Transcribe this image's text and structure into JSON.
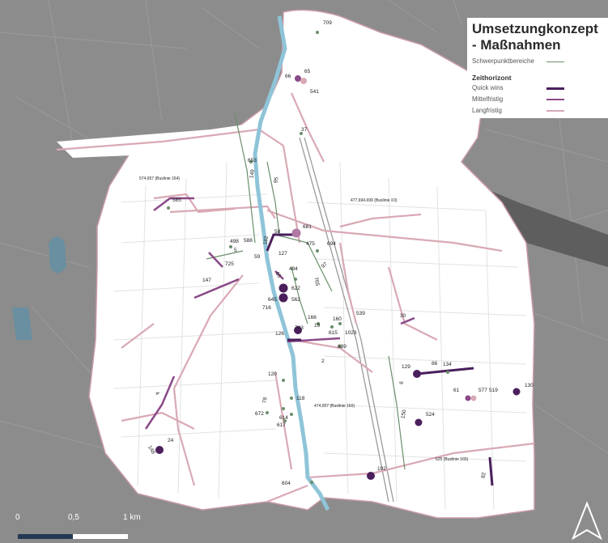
{
  "legend": {
    "title_line1": "Umsetzungkonzept",
    "title_line2": "- Maßnahmen",
    "focus_areas": "Schwerpunktbereiche",
    "time_horizon": "Zeithorizont",
    "quick_wins": "Quick wins",
    "medium_term": "Mittelfristig",
    "long_term": "Langfristig",
    "colors": {
      "quick_wins": "#4a1f5c",
      "medium_term": "#8a4a88",
      "long_term": "#d9a9b4",
      "focus": "#6a8f6a",
      "water": "#8fc4d8"
    }
  },
  "scale": {
    "labels": [
      "0",
      "0,5",
      "1 km"
    ]
  },
  "north_arrow": "north-arrow",
  "labels": {
    "n709": "709",
    "n65": "65",
    "n66": "66",
    "n541": "541",
    "n37": "37",
    "n653": "653",
    "n149": "149",
    "n95": "95",
    "bus164": "574,657 (Buslinie 164)",
    "n585": "585",
    "bus_x3": "477,694,699 (Buslinie X3)",
    "n58": "58",
    "n681": "681",
    "n498": "498",
    "n588": "588",
    "n5": "5",
    "n182": "182",
    "n475": "475",
    "n694": "694",
    "n725": "725",
    "n59": "59",
    "n127": "127",
    "n97": "97",
    "n494": "494",
    "n147": "147",
    "n65b": "65",
    "n765": "765",
    "n622": "622",
    "n645": "645",
    "n562": "562",
    "n716": "716",
    "n166": "166",
    "n19": "19",
    "n160": "160",
    "n539": "539",
    "n30": "30",
    "n703": "703",
    "n615": "615",
    "n1023": "1023",
    "n126": "126",
    "n639": "639",
    "n2": "2",
    "n129": "129",
    "n86": "86",
    "n134": "134",
    "n120": "120",
    "n4": "4",
    "n6": "6",
    "n61": "61",
    "n577": "577",
    "n519": "519",
    "n130": "130",
    "n78": "78",
    "n118": "118",
    "bus160": "474,657 (Buslinie 160)",
    "n672": "672",
    "n614": "614",
    "n617": "617",
    "n150": "150",
    "n524": "524",
    "n24": "24",
    "n148": "148",
    "n102": "102",
    "bus165": "625 (Buslinie 165)",
    "n82": "82",
    "n604": "604"
  }
}
